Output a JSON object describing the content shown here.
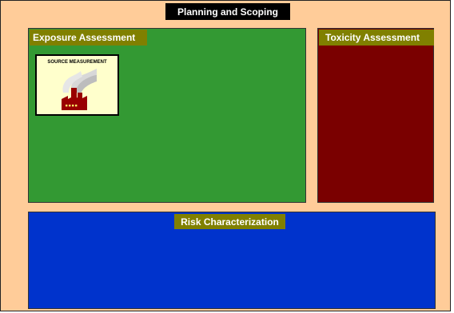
{
  "title": "Planning and Scoping",
  "panels": {
    "exposure": {
      "title": "Exposure Assessment",
      "source_card": {
        "label": "SOURCE  MEASUREMENT",
        "icon": "factory-icon"
      }
    },
    "toxicity": {
      "title": "Toxicity Assessment"
    },
    "risk": {
      "title": "Risk Characterization"
    }
  },
  "colors": {
    "frame": "#ffcc99",
    "exposure": "#339933",
    "toxicity": "#7a0000",
    "risk": "#0033cc",
    "label": "#808000",
    "card": "#ffffcc",
    "factory": "#990000"
  }
}
